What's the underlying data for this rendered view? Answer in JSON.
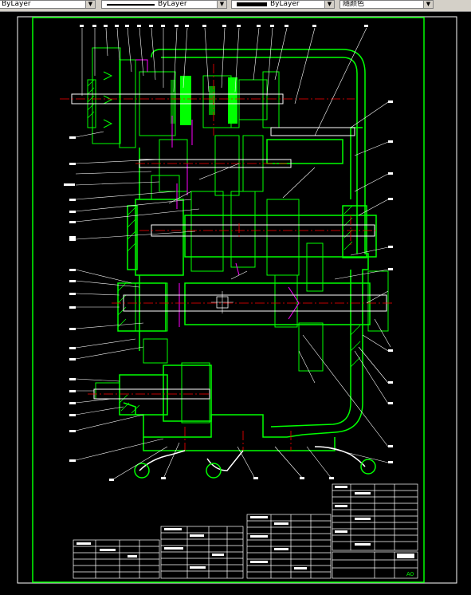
{
  "toolbar": {
    "layer_combo": "ByLayer",
    "linetype_combo": "ByLayer",
    "lineweight_combo": "ByLayer",
    "color_combo": "随颜色",
    "dropdown_glyph": "▼"
  },
  "drawing": {
    "colors": {
      "frame": "#00ff00",
      "body": "#00ff00",
      "gears": "#00ff00",
      "hatch": "#00ff00",
      "highlight": "#ff00ff",
      "axis": "#ff0000",
      "leader": "#ffffff",
      "shaft": "#ffffff",
      "title_block": "#ffffff"
    },
    "title_block": {
      "sheet_label": "A0"
    }
  }
}
